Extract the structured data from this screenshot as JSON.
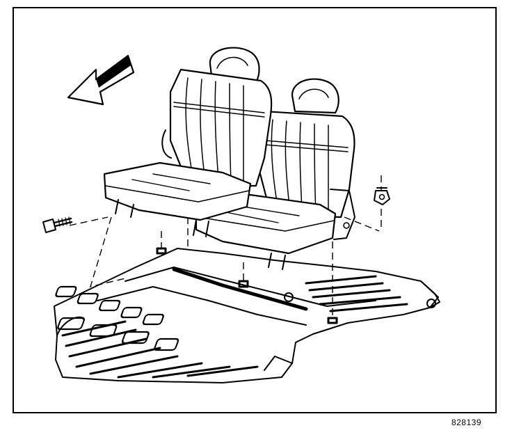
{
  "figure": {
    "code": "828139",
    "parts": [
      {
        "name": "forward-direction-arrow"
      },
      {
        "name": "left-seat-assembly"
      },
      {
        "name": "right-seat-assembly"
      },
      {
        "name": "seat-bolt"
      },
      {
        "name": "seat-nut"
      },
      {
        "name": "vehicle-floor-pan"
      }
    ]
  }
}
